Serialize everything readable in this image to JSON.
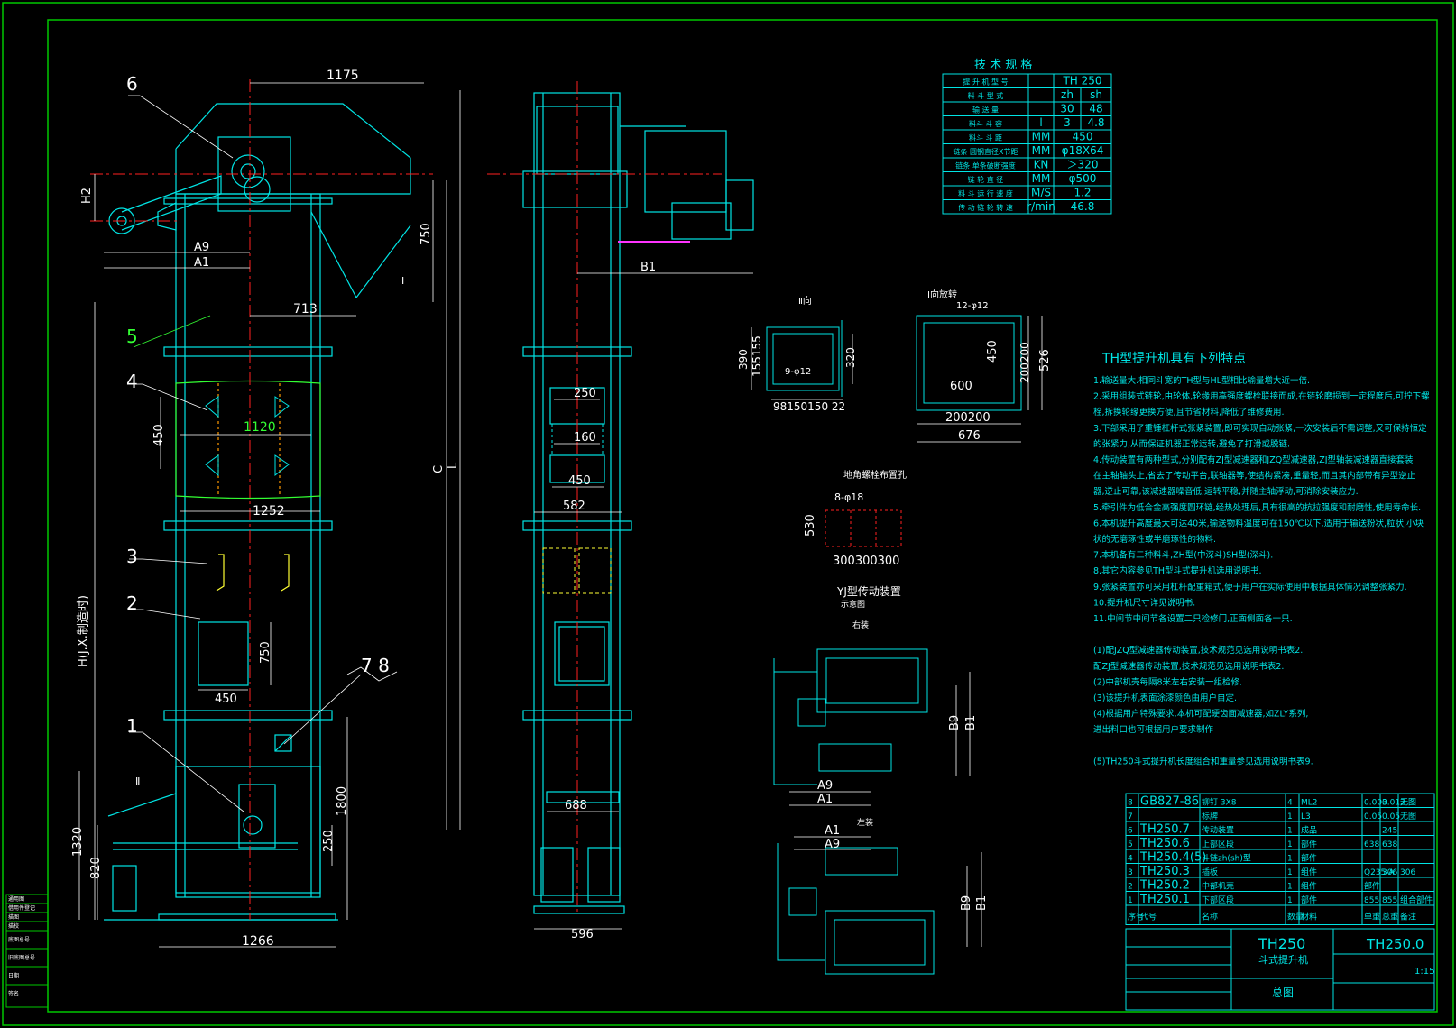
{
  "colors": {
    "bg": "#000000",
    "frame": "#00c800",
    "machine": "#00e5e5",
    "text": "#ffffff",
    "center": "#ff2020",
    "accent": "#33ff33",
    "highlight": "#ffff33",
    "magenta": "#ff33ff"
  },
  "front_view": {
    "labels": [
      "6",
      "5",
      "4",
      "3",
      "2",
      "1",
      "7 8"
    ],
    "dims": {
      "top": "1175",
      "h2": "H2",
      "a9": "A9",
      "a1": "A1",
      "d750": "750",
      "d713": "713",
      "d450": "450",
      "d1120": "1120",
      "d1252": "1252",
      "hjx": "H(J.X.制造时)",
      "c": "C",
      "l": "L",
      "door_w": "450",
      "door_h": "750",
      "d1800": "1800",
      "d1320": "1320",
      "d820": "820",
      "d250": "250",
      "d1266": "1266",
      "roman1": "Ⅰ",
      "roman2": "Ⅱ"
    }
  },
  "side_view": {
    "dims": {
      "b1": "B1",
      "d250": "250",
      "d160": "160",
      "d450": "450",
      "d582": "582",
      "d688": "688",
      "d596": "596"
    }
  },
  "view_II": {
    "title": "Ⅱ向",
    "holes": "9-φ12",
    "d390": "390",
    "d155": "155155",
    "d320": "320",
    "bottom": "98150150 22"
  },
  "view_I": {
    "title": "Ⅰ向放转",
    "holes": "12-φ12",
    "d600": "600",
    "d450": "450",
    "d200": "200200",
    "d526": "526",
    "bottom1": "200200",
    "bottom2": "676"
  },
  "anchor": {
    "title": "地角螺栓布置孔",
    "holes": "8-φ18",
    "d530": "530",
    "bottom": "300300300"
  },
  "drive": {
    "title": "YJ型传动装置",
    "subtitle": "示意图",
    "right": "右装",
    "left": "左装",
    "b9": "B9",
    "b1": "B1",
    "a9": "A9",
    "a1": "A1"
  },
  "spec_table": {
    "title": "技 术 规 格",
    "rows": [
      [
        "提 升 机 型 号",
        "",
        "TH 250",
        ""
      ],
      [
        "料 斗 型 式",
        "",
        "zh",
        "sh"
      ],
      [
        "输 送 量",
        "",
        "30",
        "48"
      ],
      [
        "料斗 斗 容",
        "l",
        "3",
        "4.8"
      ],
      [
        "料斗 斗 距",
        "MM",
        "450",
        ""
      ],
      [
        "链条 圆钢直径X节距",
        "MM",
        "φ18X64",
        ""
      ],
      [
        "链条 单条破断强度",
        "KN",
        "＞320",
        ""
      ],
      [
        "链 轮 直 径",
        "MM",
        "φ500",
        ""
      ],
      [
        "料 斗 运 行 速 度",
        "M/S",
        "1.2",
        ""
      ],
      [
        "传 动 链 轮 转 速",
        "r/min",
        "46.8",
        ""
      ]
    ]
  },
  "features": {
    "title": "TH型提升机具有下列特点",
    "lines": [
      "1.输送量大.相同斗宽的TH型与HL型相比输量增大近一倍.",
      "2.采用组装式链轮,由轮体,轮缘用高强度螺栓联接而成,在链轮磨损到一定程度后,可拧下螺",
      "  栓,拆换轮缘更换方便,且节省材料,降低了维修费用.",
      "3.下部采用了重锤杠杆式张紧装置,即可实现自动张紧,一次安装后不需调整,又可保持恒定",
      "  的张紧力,从而保证机器正常运转,避免了打滑或脱链.",
      "4.传动装置有两种型式,分别配有ZJ型减速器和JZQ型减速器,ZJ型轴装减速器直接套装",
      "  在主轴轴头上,省去了传动平台,联轴器等,使结构紧凑,重量轻,而且其内部带有异型逆止",
      "  器,逆止可靠,该减速器噪音低,运转平稳,并随主轴浮动,可消除安装应力.",
      "5.牵引件为低合金高强度圆环链,经热处理后,具有很高的抗拉强度和耐磨性,使用寿命长.",
      "6.本机提升高度最大可达40米,输送物料温度可在150℃以下,适用于输送粉状,粒状,小块",
      "  状的无磨琢性或半磨琢性的物料.",
      "7.本机备有二种料斗,ZH型(中深斗)SH型(深斗).",
      "8.其它内容参见TH型斗式提升机选用说明书.",
      "9.张紧装置亦可采用杠杆配重箱式,便于用户在实际使用中根据具体情况调整张紧力.",
      "10.提升机尺寸详见说明书.",
      "11.中间节中间节各设置二只检修门,正面侧面各一只.",
      "",
      "(1)配JZQ型减速器传动装置,技术规范见选用说明书表2.",
      "   配ZJ型减速器传动装置,技术规范见选用说明书表2.",
      "(2)中部机壳每隔8米左右安装一组检修.",
      "(3)该提升机表面涂漆颜色由用户自定.",
      "(4)根据用户特殊要求,本机可配硬齿面减速器,如ZLY系列,",
      "   进出料口也可根据用户要求制作",
      "",
      "(5)TH250斗式提升机长度组合和重量参见选用说明书表9."
    ]
  },
  "bom": {
    "rows": [
      [
        "8",
        "GB827-86",
        "铆钉 3X8",
        "4",
        "ML2",
        "0.003",
        "0.012",
        "无图"
      ],
      [
        "7",
        "",
        "标牌",
        "1",
        "L3",
        "0.05",
        "0.05",
        "无图"
      ],
      [
        "6",
        "TH250.7",
        "传动装置",
        "1",
        "成品",
        "",
        "245",
        ""
      ],
      [
        "5",
        "TH250.6",
        "上部区段",
        "1",
        "部件",
        "638",
        "638",
        ""
      ],
      [
        "4",
        "TH250.4(5)",
        "斗链zh(sh)型",
        "1",
        "部件",
        "",
        "",
        ""
      ],
      [
        "3",
        "TH250.3",
        "插板",
        "1",
        "组件",
        "Q235-A",
        "306",
        "306"
      ],
      [
        "2",
        "TH250.2",
        "中部机壳",
        "1",
        "组件",
        "部件",
        "",
        ""
      ],
      [
        "1",
        "TH250.1",
        "下部区段",
        "1",
        "部件",
        "855",
        "855",
        "组合部件"
      ]
    ],
    "header": [
      "序号",
      "代号",
      "名称",
      "数量",
      "材料",
      "单重",
      "总重",
      "备注"
    ],
    "product": "TH250",
    "product_name": "斗式提升机",
    "drawing_no": "TH250.0",
    "drawing_title": "总图",
    "scale": "1:15"
  },
  "sidebar": [
    "通用图",
    "借用件登记",
    "描图",
    "描校",
    "底图总号",
    "旧底图总号",
    "日期",
    "签名"
  ]
}
